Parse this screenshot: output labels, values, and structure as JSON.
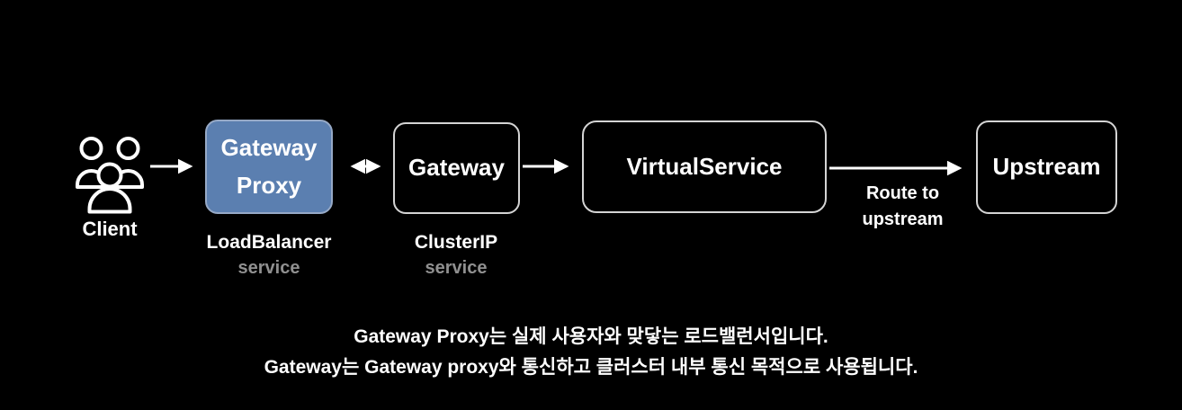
{
  "colors": {
    "background": "#000000",
    "node_blue_fill": "#5b7fb0",
    "node_blue_border": "#96a9c6",
    "node_dark_border": "#d4d4d4",
    "muted": "#909090",
    "arrow": "#ffffff"
  },
  "client": {
    "label": "Client",
    "icon": "people-group-icon"
  },
  "nodes": {
    "gateway_proxy": {
      "line1": "Gateway",
      "line2": "Proxy",
      "sub_label": "LoadBalancer",
      "sub_type": "service"
    },
    "gateway": {
      "label": "Gateway",
      "sub_label": "ClusterIP",
      "sub_type": "service"
    },
    "virtual_service": {
      "label": "VirtualService"
    },
    "upstream": {
      "label": "Upstream"
    }
  },
  "edges": {
    "route_label_line1": "Route to",
    "route_label_line2": "upstream"
  },
  "caption": {
    "line1": "Gateway Proxy는 실제 사용자와 맞닿는 로드밸런서입니다.",
    "line2": "Gateway는 Gateway proxy와 통신하고 클러스터 내부 통신 목적으로 사용됩니다."
  }
}
